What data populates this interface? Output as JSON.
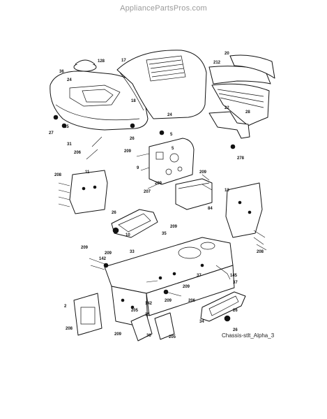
{
  "watermark": "AppliancePartsPros.com",
  "caption": "Chassis-stlt_Alpha_3",
  "callouts": [
    "128",
    "36",
    "24",
    "25",
    "27",
    "17",
    "18",
    "24",
    "5",
    "26",
    "212",
    "20",
    "28",
    "22",
    "5",
    "31",
    "206",
    "209",
    "9",
    "209",
    "207",
    "209",
    "84",
    "208",
    "11",
    "13",
    "26",
    "35",
    "10",
    "209",
    "33",
    "209",
    "142",
    "208",
    "145",
    "37",
    "37",
    "209",
    "206",
    "209",
    "142",
    "2",
    "205",
    "35",
    "209",
    "208",
    "36",
    "26",
    "34",
    "26",
    "205",
    "278",
    "209"
  ]
}
